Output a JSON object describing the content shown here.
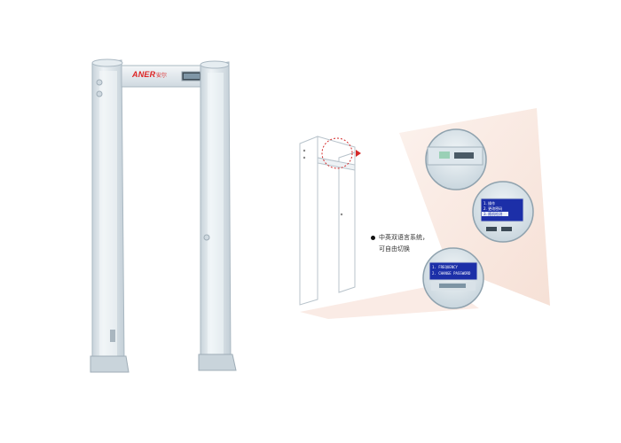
{
  "product": {
    "brand_text": "ANER",
    "brand_cn": "安尔"
  },
  "feature_note": {
    "line1": "中英双语言系统，",
    "line2": "可自由切换"
  },
  "detail_screens": {
    "chinese_menu": [
      "1. 操作",
      "2. 更改密码",
      "3. 随机检测"
    ],
    "english_menu": [
      "1. FREQUENCY",
      "2. CHANGE PASSWORD"
    ]
  },
  "colors": {
    "frame": "#dfe7ec",
    "frame_shadow": "#b9c6cf",
    "lcd_blue": "#1c2fa8",
    "accent_red": "#d42a2a",
    "highlight_peach": "#f8e7de"
  }
}
